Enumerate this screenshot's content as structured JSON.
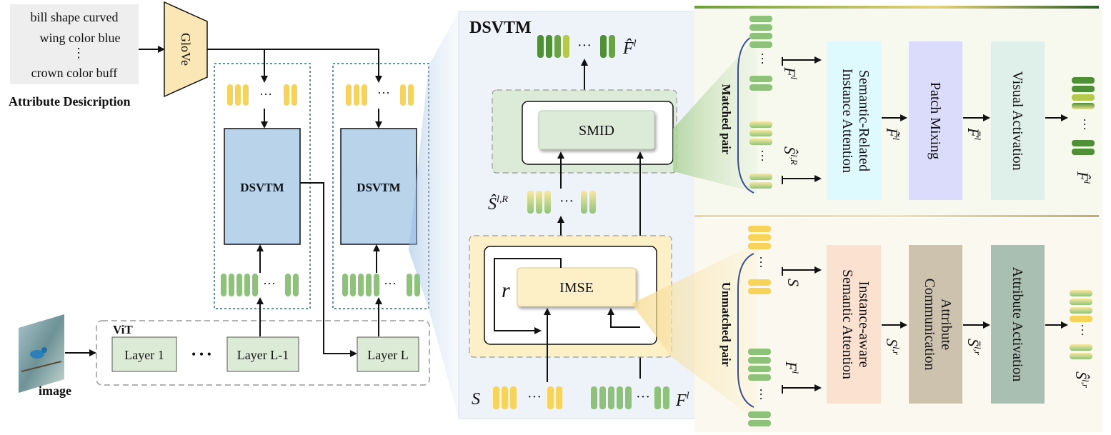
{
  "attribute_description": {
    "lines": [
      "bill shape curved",
      "wing color blue",
      "⋮",
      "crown color buff"
    ],
    "caption": "Attribute Desicription"
  },
  "glove_label": "GloVe",
  "dsvtm_block_label": "DSVTM",
  "image_label": "image",
  "vit": {
    "title": "ViT",
    "layers": [
      "Layer 1",
      "Layer L-1",
      "Layer L"
    ],
    "ellipsis": "• • •"
  },
  "dsvtm_detail": {
    "title": "DSVTM",
    "smid": "SMID",
    "imse": "IMSE",
    "r_label": "r",
    "f_hat": "F̂",
    "s_hat": "Ŝ",
    "s_hat_sup": "l,R",
    "s": "S",
    "f": "F",
    "sup_l": "l",
    "dots": "···"
  },
  "matched_panel": {
    "side_label": "Matched pair",
    "F": "F",
    "F_sup": "l",
    "S_hat": "Ŝ",
    "S_hat_sup": "l,R",
    "block1": [
      "Semantic-Related",
      "Instance Attention"
    ],
    "F_tilde": "F̃",
    "block2": "Patch Mixing",
    "F_bar": "F̄",
    "block3": "Visual Activation",
    "out_F_hat": "F̂"
  },
  "unmatched_panel": {
    "side_label": "Unmatched pair",
    "S": "S",
    "F": "F",
    "F_sup": "l",
    "block1": [
      "Instance-aware",
      "Semantic Attention"
    ],
    "S_mid": "S",
    "S_mid_sup": "l,r",
    "block2": [
      "Attribute",
      "Communication"
    ],
    "S_bar": "S̄",
    "S_bar_sup": "l,r",
    "block3": "Attribute Activation",
    "out_S_hat": "Ŝ",
    "out_S_hat_sup": "l,r"
  },
  "colors": {
    "dsvtm_blue": "#b8d3ea",
    "detail_bg": "#eef3f9",
    "layer_green": "#dcebd5",
    "yellow_token": "#f7d35a",
    "green_token": "#8ec27a",
    "dark_green_token": "#4f8f36",
    "smid_green": "#dcebd7",
    "imse_yellow": "#fdefc6",
    "cyan_block": "#dffaff",
    "lavender_block": "#dbdcfb",
    "mint_block": "#dff0ea",
    "peach_block": "#fbe1cf",
    "taupe_block": "#cdc2ae",
    "sage_block": "#a9bfb1",
    "glove_fill": "#fbe7b5"
  },
  "icons": [
    "bird-photo"
  ]
}
